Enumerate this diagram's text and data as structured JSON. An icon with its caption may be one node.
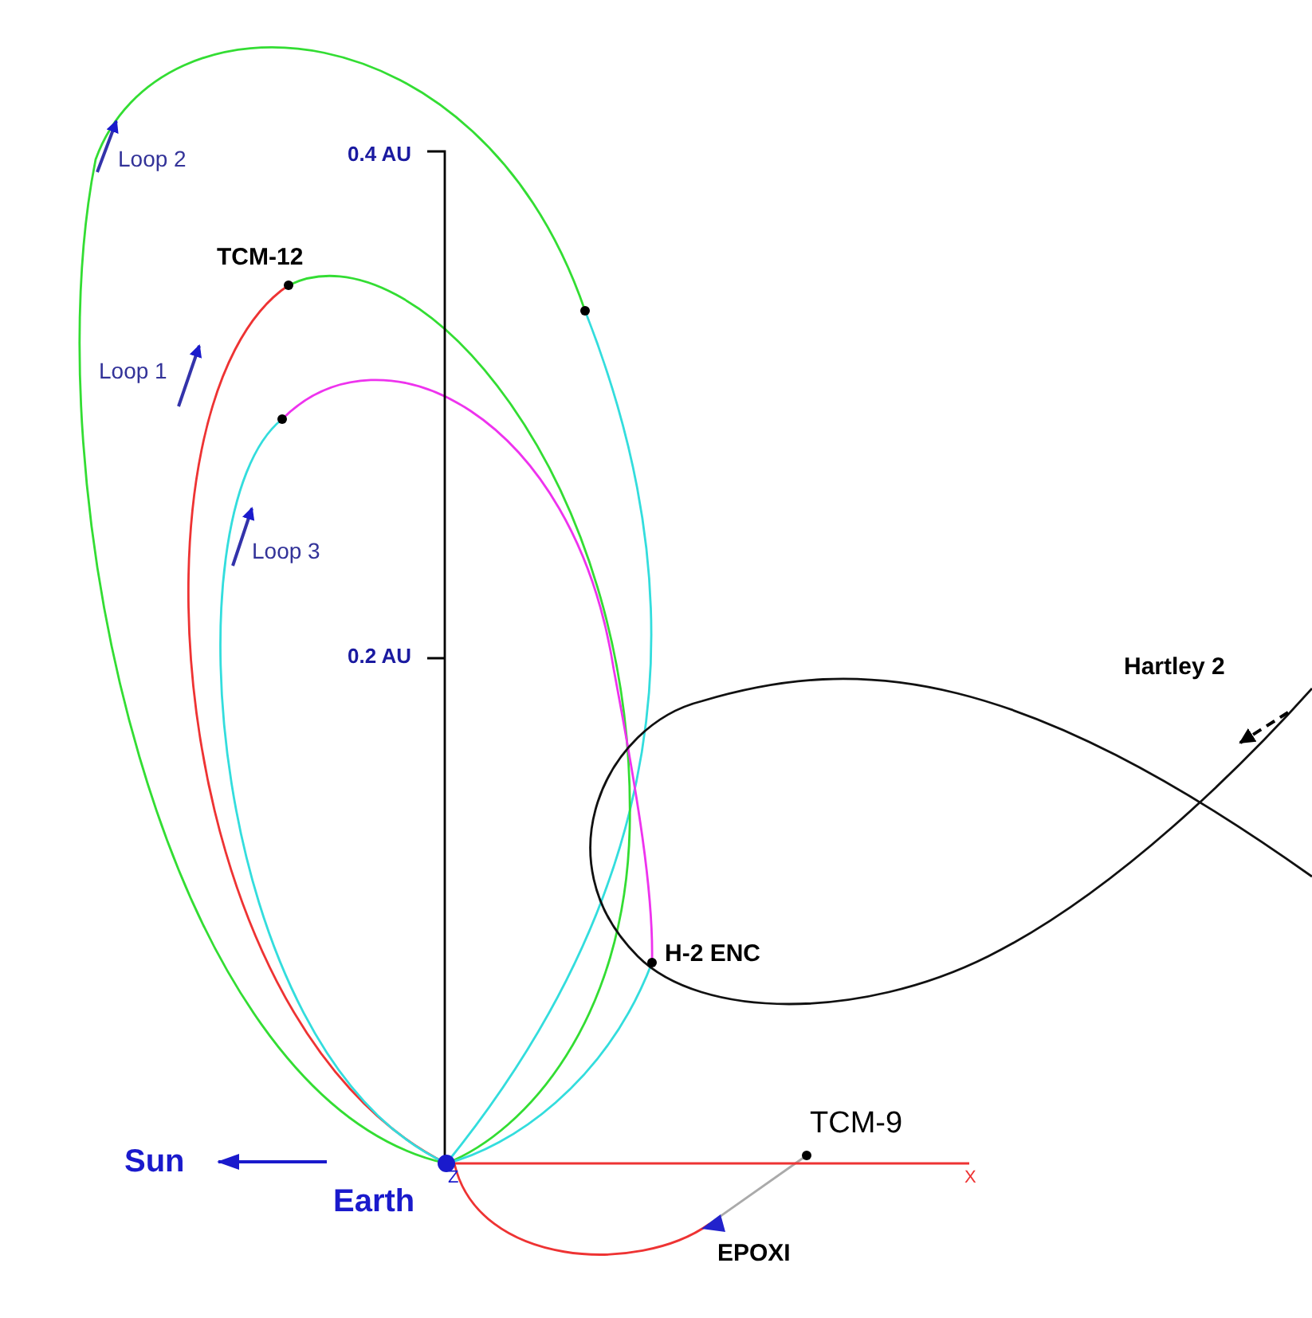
{
  "diagram": {
    "labels": [
      "Loop 2",
      "0.4 AU",
      "TCM-12",
      "Loop 1",
      "Loop 3",
      "0.2 AU",
      "Hartley 2",
      "H-2 ENC",
      "TCM-9",
      "Sun",
      "X",
      "Z",
      "Earth",
      "EPOXI"
    ]
  }
}
